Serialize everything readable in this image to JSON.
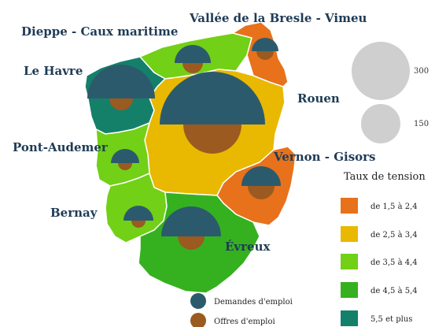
{
  "colors": {
    "t1": "#e8711b",
    "t2": "#e9b800",
    "t3": "#72d017",
    "t4": "#35b11f",
    "t5": "#14806a",
    "demandes": "#2c5a6d",
    "offres": "#9b5a1f",
    "size_circle": "#cfcfcf",
    "border": "#ffffff"
  },
  "zones": [
    {
      "id": "vallee-bresle-vimeu",
      "label": "Vallée de la Bresle - Vimeu",
      "class": "t1"
    },
    {
      "id": "dieppe-caux-maritime",
      "label": "Dieppe - Caux maritime",
      "class": "t3"
    },
    {
      "id": "le-havre",
      "label": "Le Havre",
      "class": "t5"
    },
    {
      "id": "rouen",
      "label": "Rouen",
      "class": "t2"
    },
    {
      "id": "pont-audemer",
      "label": "Pont-Audemer",
      "class": "t3"
    },
    {
      "id": "vernon-gisors",
      "label": "Vernon - Gisors",
      "class": "t1"
    },
    {
      "id": "bernay",
      "label": "Bernay",
      "class": "t3"
    },
    {
      "id": "evreux",
      "label": "Évreux",
      "class": "t4"
    }
  ],
  "size_legend": {
    "large": "300",
    "small": "150"
  },
  "legend": {
    "title": "Taux de tension",
    "items": [
      {
        "label": "de 1,5 à 2,4",
        "class": "t1"
      },
      {
        "label": "de 2,5 à 3,4",
        "class": "t2"
      },
      {
        "label": "de 3,5 à 4,4",
        "class": "t3"
      },
      {
        "label": "de 4,5 à 5,4",
        "class": "t4"
      },
      {
        "label": "5,5 et plus",
        "class": "t5"
      }
    ],
    "circles": [
      {
        "label": "Demandes d'emploi",
        "color": "demandes"
      },
      {
        "label": "Offres d'emploi",
        "color": "offres"
      }
    ]
  }
}
